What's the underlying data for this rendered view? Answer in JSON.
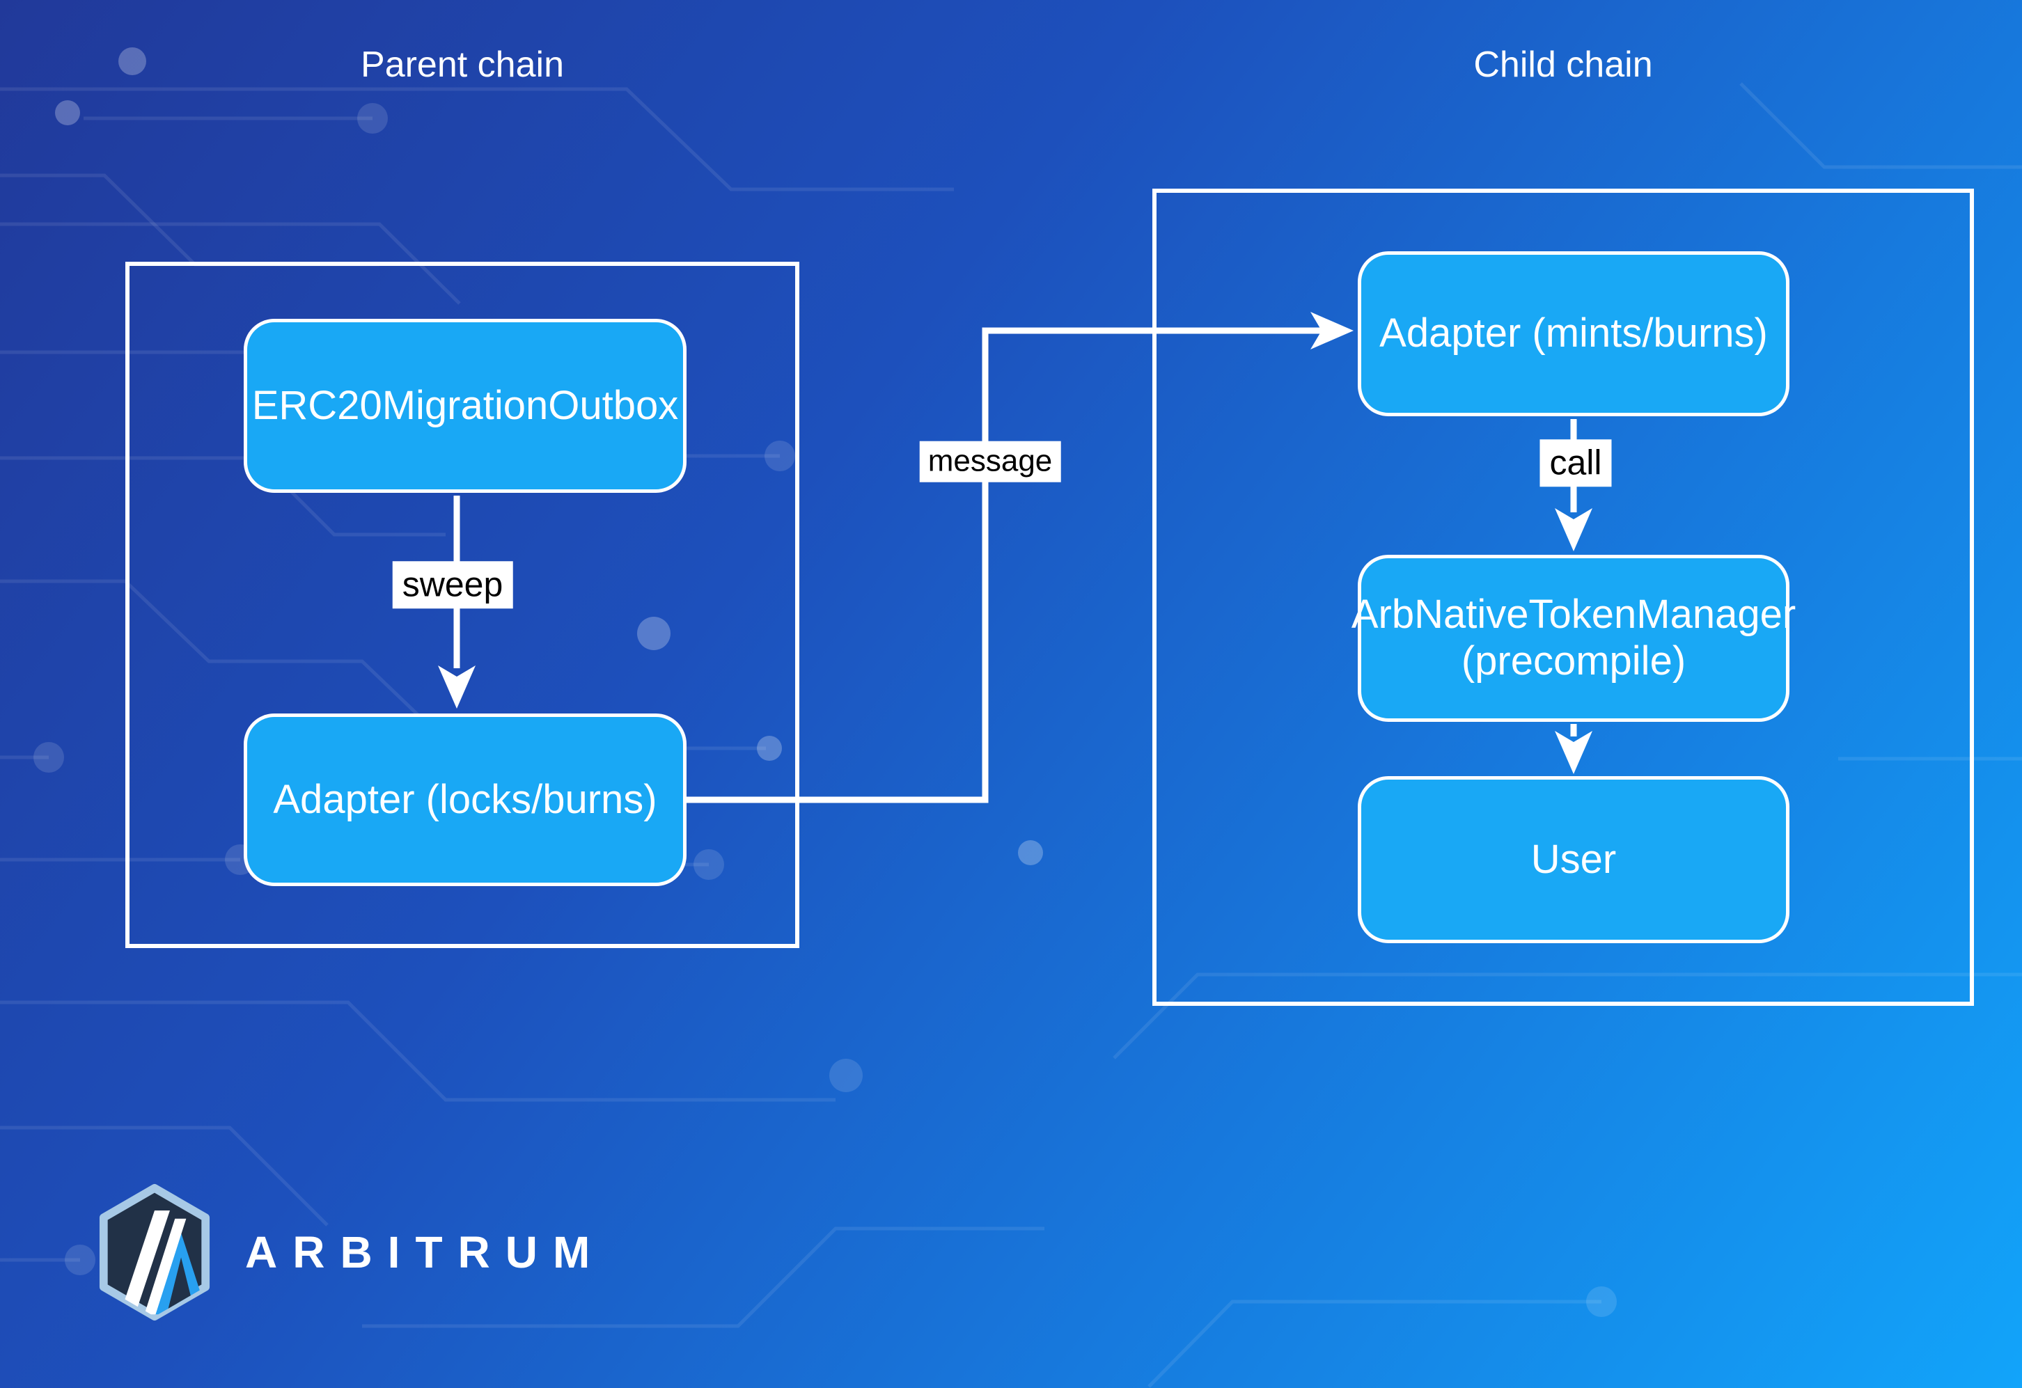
{
  "diagram": {
    "parent_chain": {
      "title": "Parent chain",
      "erc20_outbox_label": "ERC20MigrationOutbox",
      "adapter_label": "Adapter (locks/burns)",
      "sweep_edge_label": "sweep"
    },
    "child_chain": {
      "title": "Child chain",
      "adapter_label": "Adapter (mints/burns)",
      "token_manager_line1": "ArbNativeTokenManager",
      "token_manager_line2": "(precompile)",
      "call_edge_label": "call",
      "user_label": "User"
    },
    "cross_chain_edge_label": "message"
  },
  "branding": {
    "logo_text": "ARBITRUM",
    "logo_icon": "arbitrum-hexagon-icon"
  },
  "colors": {
    "bg_top_left": "#21399a",
    "bg_mid_1": "#1d50bc",
    "bg_mid_2": "#1779dd",
    "bg_bottom_right": "#12a4fa",
    "node_fill": "#19a8f5",
    "node_border": "#ffffff",
    "chain_border": "#ffffff",
    "arrow": "#ffffff",
    "title_text": "#ffffff",
    "node_text": "#ffffff",
    "edge_label_bg": "#ffffff",
    "edge_label_text": "#000000",
    "logo_hex_fill": "#213147",
    "logo_hex_border": "#a7c9e6",
    "logo_accent": "#28a0f0",
    "logo_text_color": "#ffffff"
  }
}
